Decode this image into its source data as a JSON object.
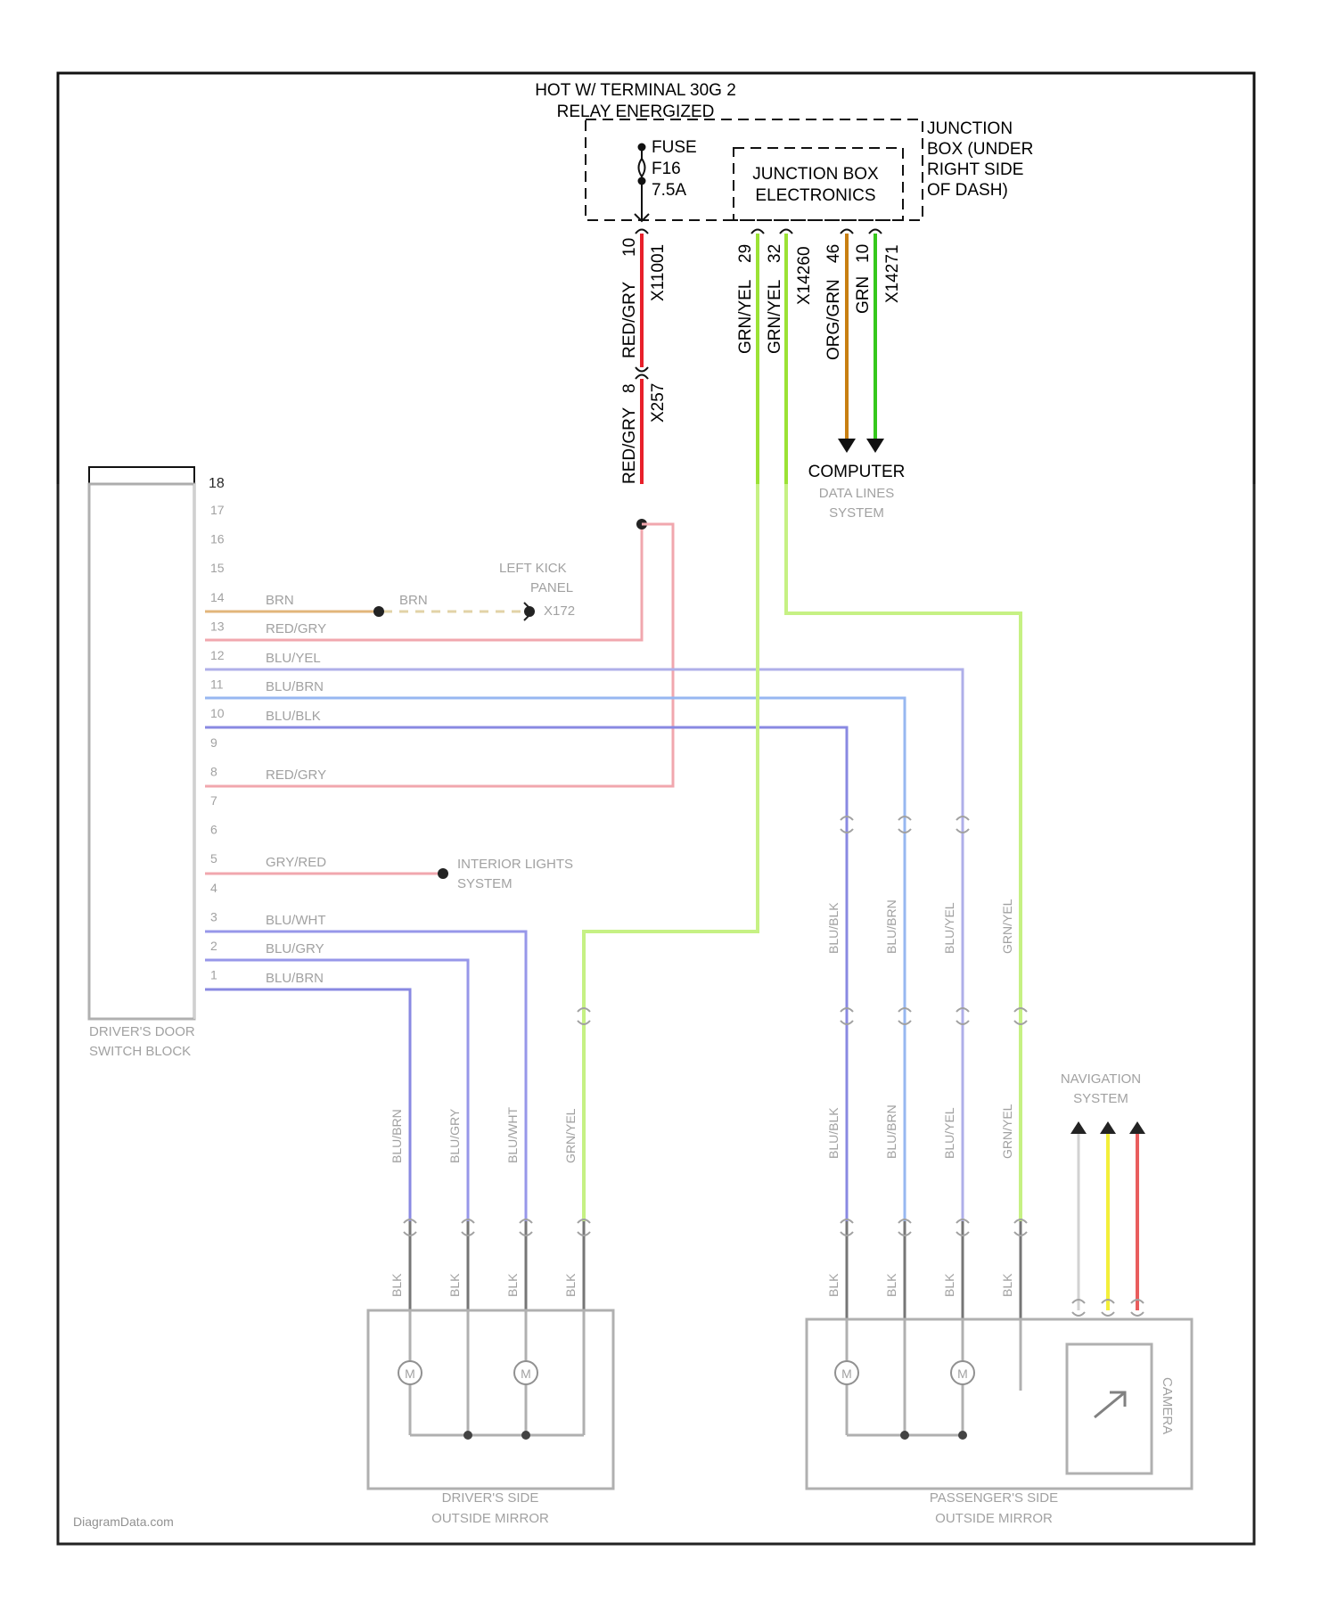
{
  "header": {
    "hot_line1": "HOT W/ TERMINAL 30G 2",
    "hot_line2": "RELAY ENERGIZED"
  },
  "fuse": {
    "label1": "FUSE",
    "label2": "F16",
    "label3": "7.5A"
  },
  "junction_box": {
    "inner_line1": "JUNCTION BOX",
    "inner_line2": "ELECTRONICS",
    "outer_line1": "JUNCTION",
    "outer_line2": "BOX (UNDER",
    "outer_line3": "RIGHT SIDE",
    "outer_line4": "OF DASH)"
  },
  "wires": {
    "fuse_pin": "10",
    "fuse_conn": "X11001",
    "fuse_color": "RED/GRY",
    "x257_pin": "8",
    "x257_conn": "X257",
    "x257_color": "RED/GRY",
    "gy29_color": "GRN/YEL",
    "gy29_pin": "29",
    "gy32_color": "GRN/YEL",
    "gy32_pin": "32",
    "x14260_conn": "X14260",
    "og46_color": "ORG/GRN",
    "og46_pin": "46",
    "grn10_color": "GRN",
    "grn10_pin": "10",
    "x14271_conn": "X14271"
  },
  "computer": {
    "line1": "COMPUTER",
    "line2": "DATA LINES",
    "line3": "SYSTEM"
  },
  "switch_block": {
    "pin_top": "18",
    "pins": [
      "17",
      "16",
      "15",
      "14",
      "13",
      "12",
      "11",
      "10",
      "9",
      "8",
      "7",
      "6",
      "5",
      "4",
      "3",
      "2",
      "1"
    ],
    "wire_labels": {
      "brn": "BRN",
      "red_gry_13": "RED/GRY",
      "blu_yel": "BLU/YEL",
      "blu_brn": "BLU/BRN",
      "blu_blk": "BLU/BLK",
      "red_gry_8": "RED/GRY",
      "gry_red": "GRY/RED",
      "blu_wht": "BLU/WHT",
      "blu_gry": "BLU/GRY",
      "blu_brn_1": "BLU/BRN"
    },
    "name_line1": "DRIVER'S DOOR",
    "name_line2": "SWITCH BLOCK"
  },
  "left_kick": {
    "line1": "LEFT KICK",
    "line2": "PANEL",
    "line3": "X172",
    "wire": "BRN"
  },
  "interior_lights": {
    "line1": "INTERIOR LIGHTS",
    "line2": "SYSTEM"
  },
  "navigation": {
    "line1": "NAVIGATION",
    "line2": "SYSTEM"
  },
  "driver_mirror": {
    "line1": "DRIVER'S SIDE",
    "line2": "OUTSIDE MIRROR",
    "wire_labels": [
      "BLU/BRN",
      "BLU/GRY",
      "BLU/WHT",
      "GRN/YEL"
    ],
    "bottom_labels": [
      "BLK",
      "BLK",
      "BLK",
      "BLK"
    ],
    "motor_label": "M"
  },
  "passenger_mirror": {
    "line1": "PASSENGER'S SIDE",
    "line2": "OUTSIDE MIRROR",
    "wire_labels": [
      "BLU/BLK",
      "BLU/BRN",
      "BLU/YEL",
      "GRN/YEL"
    ],
    "bottom_labels": [
      "BLK",
      "BLK",
      "BLK",
      "BLK"
    ],
    "camera_label": "CAMERA",
    "motor_label": "M"
  },
  "watermark": "DiagramData.com",
  "colors": {
    "red": "#e8202a",
    "green": "#35c81c",
    "orange": "#c87f12",
    "blue": "#6b6fe0",
    "lightblue": "#7aa7ff",
    "pink": "#f0a0a8",
    "yellow": "#f2ee2a",
    "gray": "#888888"
  }
}
